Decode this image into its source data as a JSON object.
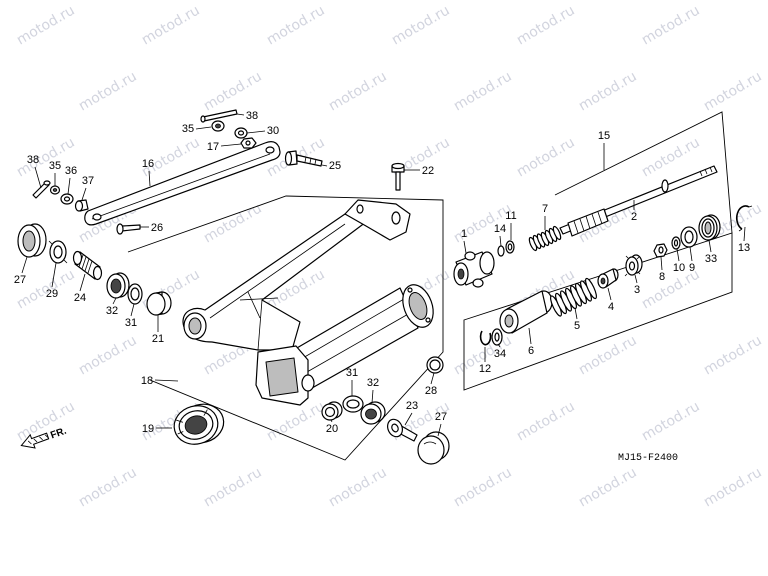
{
  "watermark": "motod.ru",
  "diagram_code": "MJ15-F2400",
  "front_marker": "FR.",
  "callouts": [
    "38",
    "35",
    "30",
    "17",
    "16",
    "25",
    "22",
    "38",
    "35",
    "36",
    "37",
    "26",
    "27",
    "29",
    "24",
    "32",
    "31",
    "21",
    "18",
    "19",
    "31",
    "32",
    "28",
    "20",
    "23",
    "27",
    "15",
    "2",
    "7",
    "11",
    "14",
    "1",
    "10",
    "9",
    "33",
    "13",
    "4",
    "3",
    "8",
    "5",
    "6",
    "34",
    "12"
  ]
}
